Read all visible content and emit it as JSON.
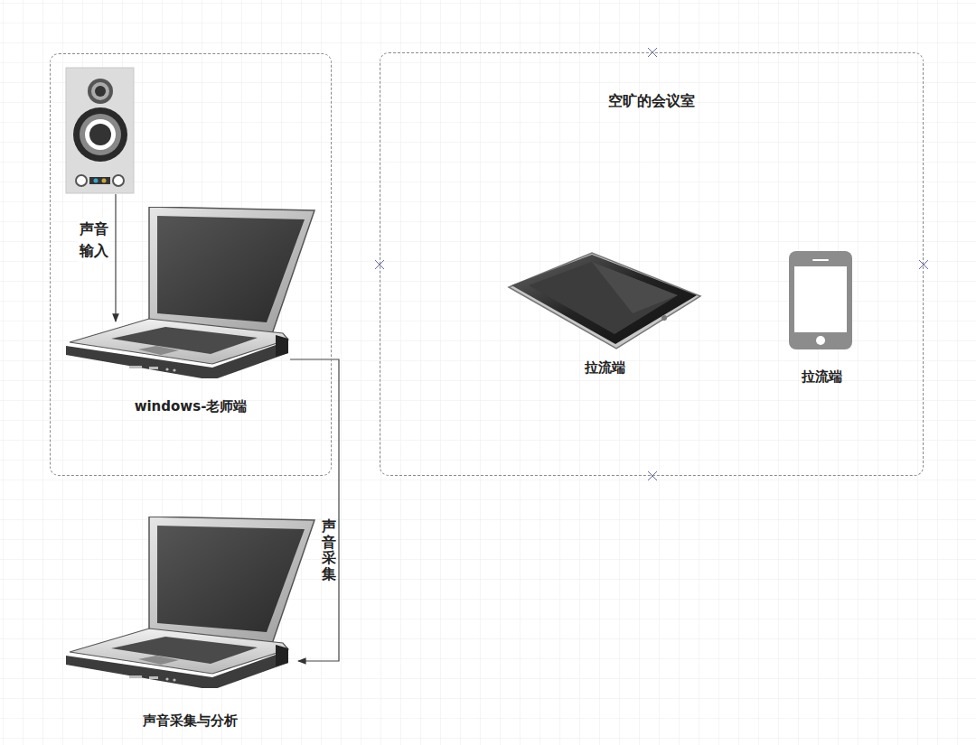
{
  "diagram": {
    "nodes": [
      {
        "text": []
      },
      {
        "text": [],
        "in": 0
      },
      {
        "text": [
          "windows-老师端"
        ],
        "in": 0
      },
      {
        "text": [
          "空旷的会议室"
        ]
      },
      {
        "text": [
          "拉流端"
        ],
        "in": 3
      },
      {
        "text": [
          "拉流端"
        ],
        "in": 3
      },
      {
        "text": [
          "声音采集与分析"
        ]
      }
    ],
    "edges": [
      {
        "from": 1,
        "to": 2,
        "arrow": "to",
        "label": "声音 输入"
      },
      {
        "from": 2,
        "to": 6,
        "arrow": "to",
        "label": "声音采集"
      }
    ]
  }
}
